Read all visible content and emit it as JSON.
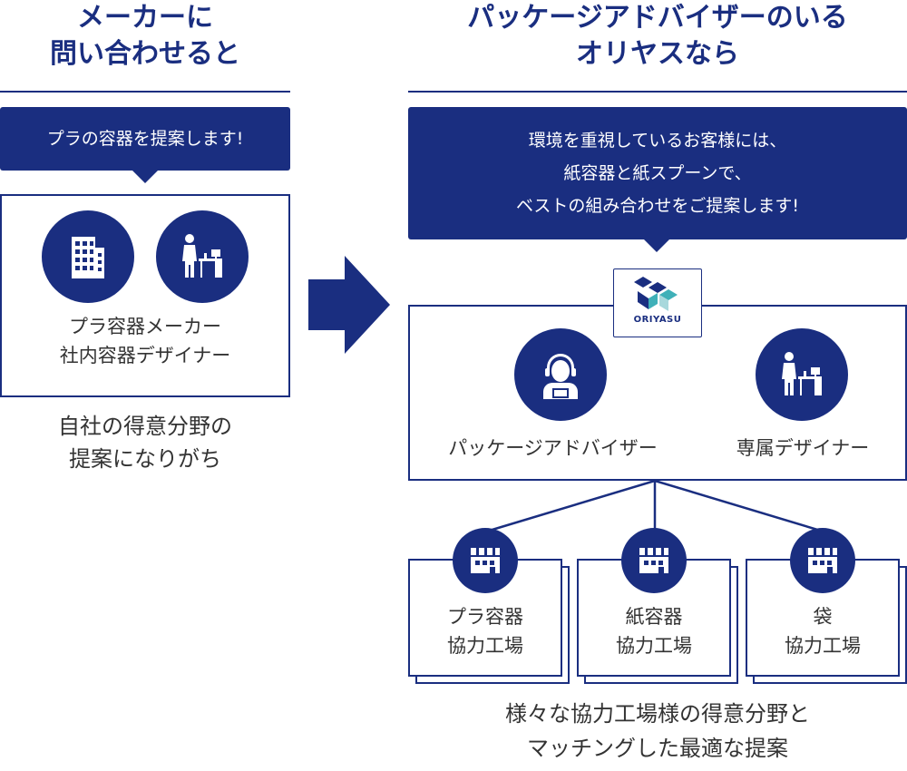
{
  "left": {
    "heading_line1": "メーカーに",
    "heading_line2": "問い合わせると",
    "bubble": "プラの容器を提案します!",
    "label_line1": "プラ容器メーカー",
    "label_line2": "社内容器デザイナー",
    "conclusion_line1": "自社の得意分野の",
    "conclusion_line2": "提案になりがち"
  },
  "right": {
    "heading_line1": "パッケージアドバイザーのいる",
    "heading_line2": "オリヤスなら",
    "bubble_line1": "環境を重視しているお客様には、",
    "bubble_line2": "紙容器と紙スプーンで、",
    "bubble_line3": "ベストの組み合わせをご提案します!",
    "logo_text": "ORIYASU",
    "advisor_label": "パッケージアドバイザー",
    "designer_label": "専属デザイナー",
    "factories": [
      {
        "line1": "プラ容器",
        "line2": "協力工場"
      },
      {
        "line1": "紙容器",
        "line2": "協力工場"
      },
      {
        "line1": "袋",
        "line2": "協力工場"
      }
    ],
    "conclusion_line1": "様々な協力工場様の得意分野と",
    "conclusion_line2": "マッチングした最適な提案"
  },
  "colors": {
    "accent": "#1a2e80",
    "text": "#333333"
  },
  "icons": [
    "building-icon",
    "designer-desk-icon",
    "arrow-right-icon",
    "oriyasu-logo",
    "advisor-headset-icon",
    "factory-icon"
  ]
}
